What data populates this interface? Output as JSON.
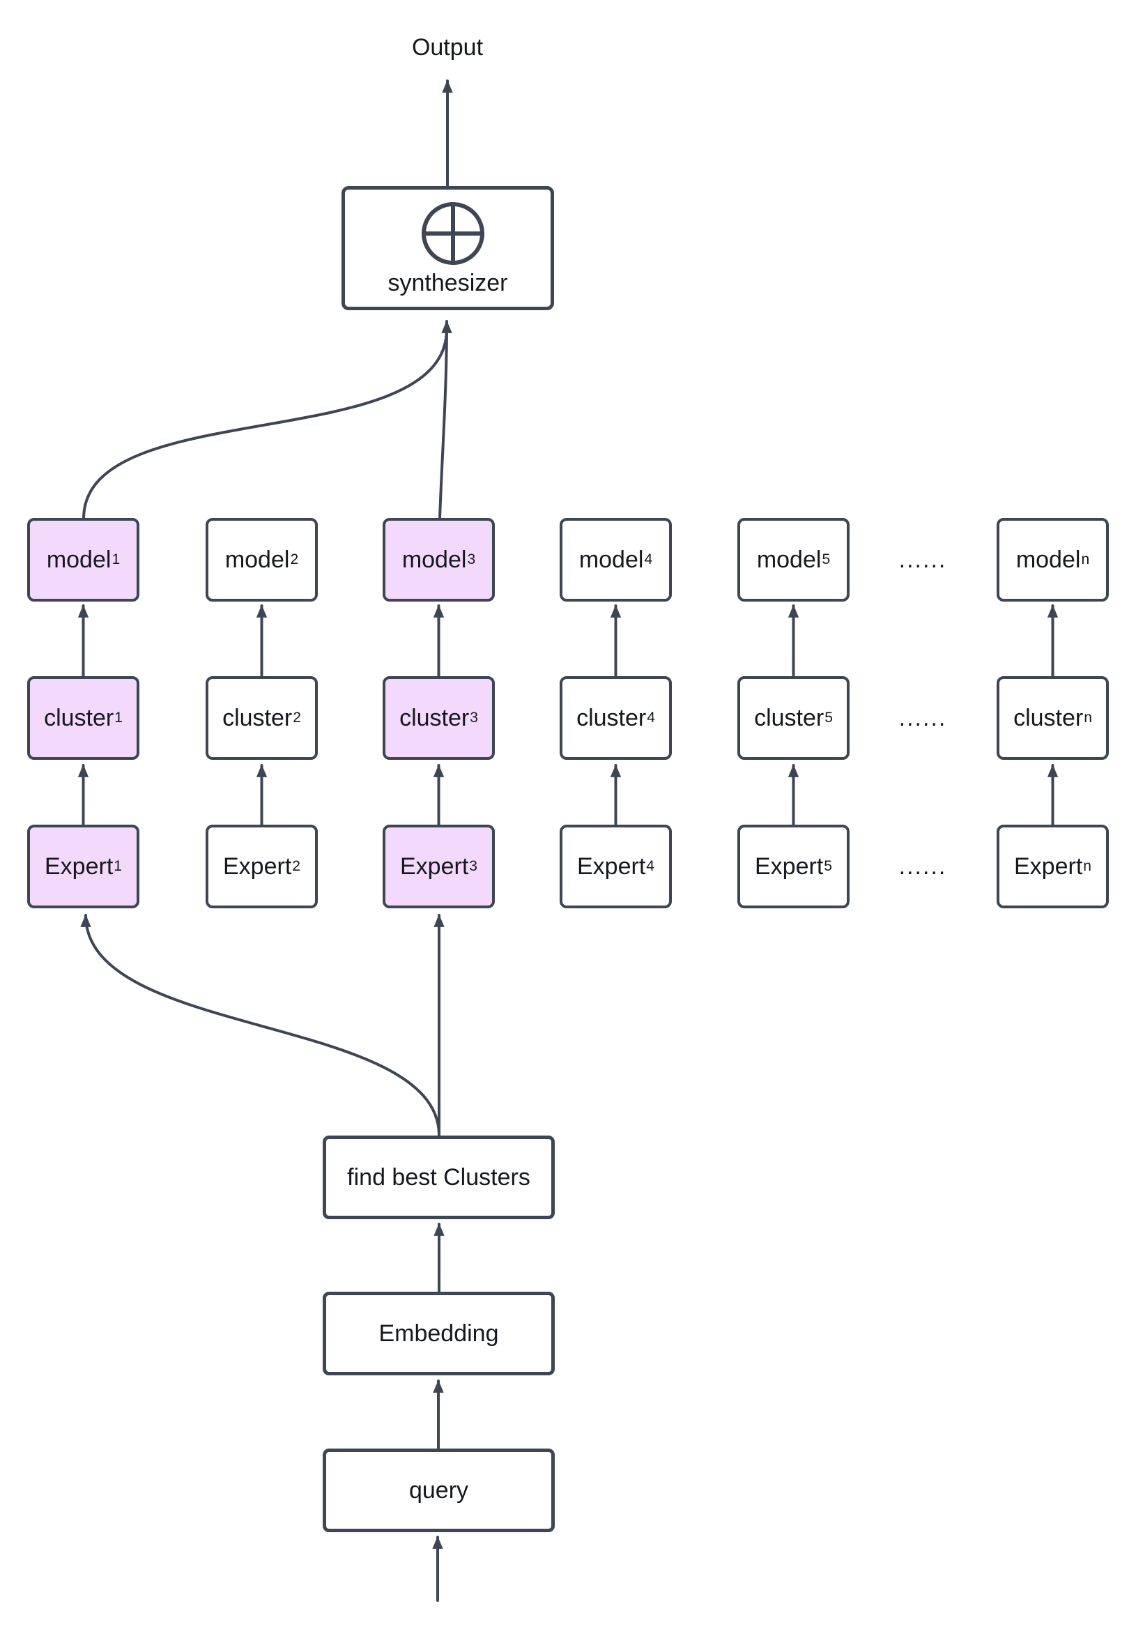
{
  "output_label": "Output",
  "synthesizer": {
    "label": "synthesizer",
    "icon": "circle-plus"
  },
  "ellipsis": "......",
  "columns": [
    {
      "sup": "1",
      "model_base": "model",
      "cluster_base": "cluster",
      "expert_base": "Expert",
      "highlighted": true
    },
    {
      "sup": "2",
      "model_base": "model",
      "cluster_base": "cluster",
      "expert_base": "Expert",
      "highlighted": false
    },
    {
      "sup": "3",
      "model_base": "model",
      "cluster_base": "cluster",
      "expert_base": "Expert",
      "highlighted": true
    },
    {
      "sup": "4",
      "model_base": "model",
      "cluster_base": "cluster",
      "expert_base": "Expert",
      "highlighted": false
    },
    {
      "sup": "5",
      "model_base": "model",
      "cluster_base": "cluster",
      "expert_base": "Expert",
      "highlighted": false
    },
    {
      "sup": "n",
      "model_base": "model",
      "cluster_base": "cluster",
      "expert_base": "Expert",
      "highlighted": false
    }
  ],
  "pipeline": {
    "find_best_clusters": "find best Clusters",
    "embedding": "Embedding",
    "query": "query"
  },
  "colors": {
    "stroke": "#3e4653",
    "highlight_fill": "#f3dafc",
    "plain_fill": "#ffffff",
    "text": "#15181e"
  }
}
